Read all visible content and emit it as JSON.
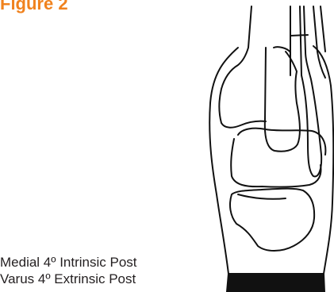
{
  "figure": {
    "title": "Figure 2"
  },
  "caption": {
    "line1": "Medial 4º Intrinsic Post",
    "line2": "Varus 4º Extrinsic Post"
  },
  "colors": {
    "title": "#f0821e",
    "text": "#231f20",
    "line": "#111111",
    "post": "#111111"
  }
}
